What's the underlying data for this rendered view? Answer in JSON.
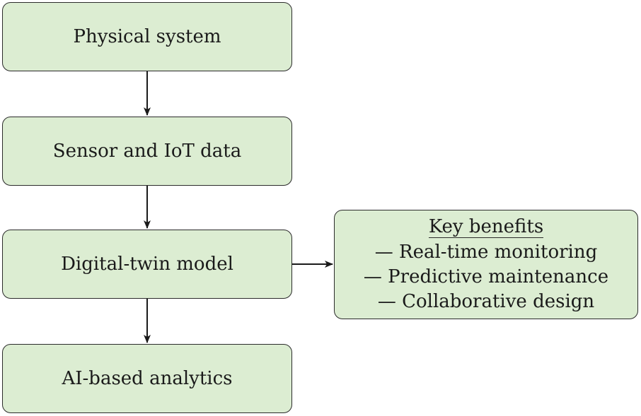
{
  "nodes": [
    {
      "label": "Physical system"
    },
    {
      "label": "Sensor and IoT data"
    },
    {
      "label": "Digital-twin model"
    },
    {
      "label": "AI-based analytics"
    }
  ],
  "benefits": {
    "title": "Key benefits",
    "items": [
      "— Real-time monitoring",
      "— Predictive maintenance",
      "— Collaborative design"
    ]
  },
  "colors": {
    "box_fill": "#dcedd2",
    "box_border": "#2b2b2b",
    "arrow": "#1a1a1a"
  }
}
